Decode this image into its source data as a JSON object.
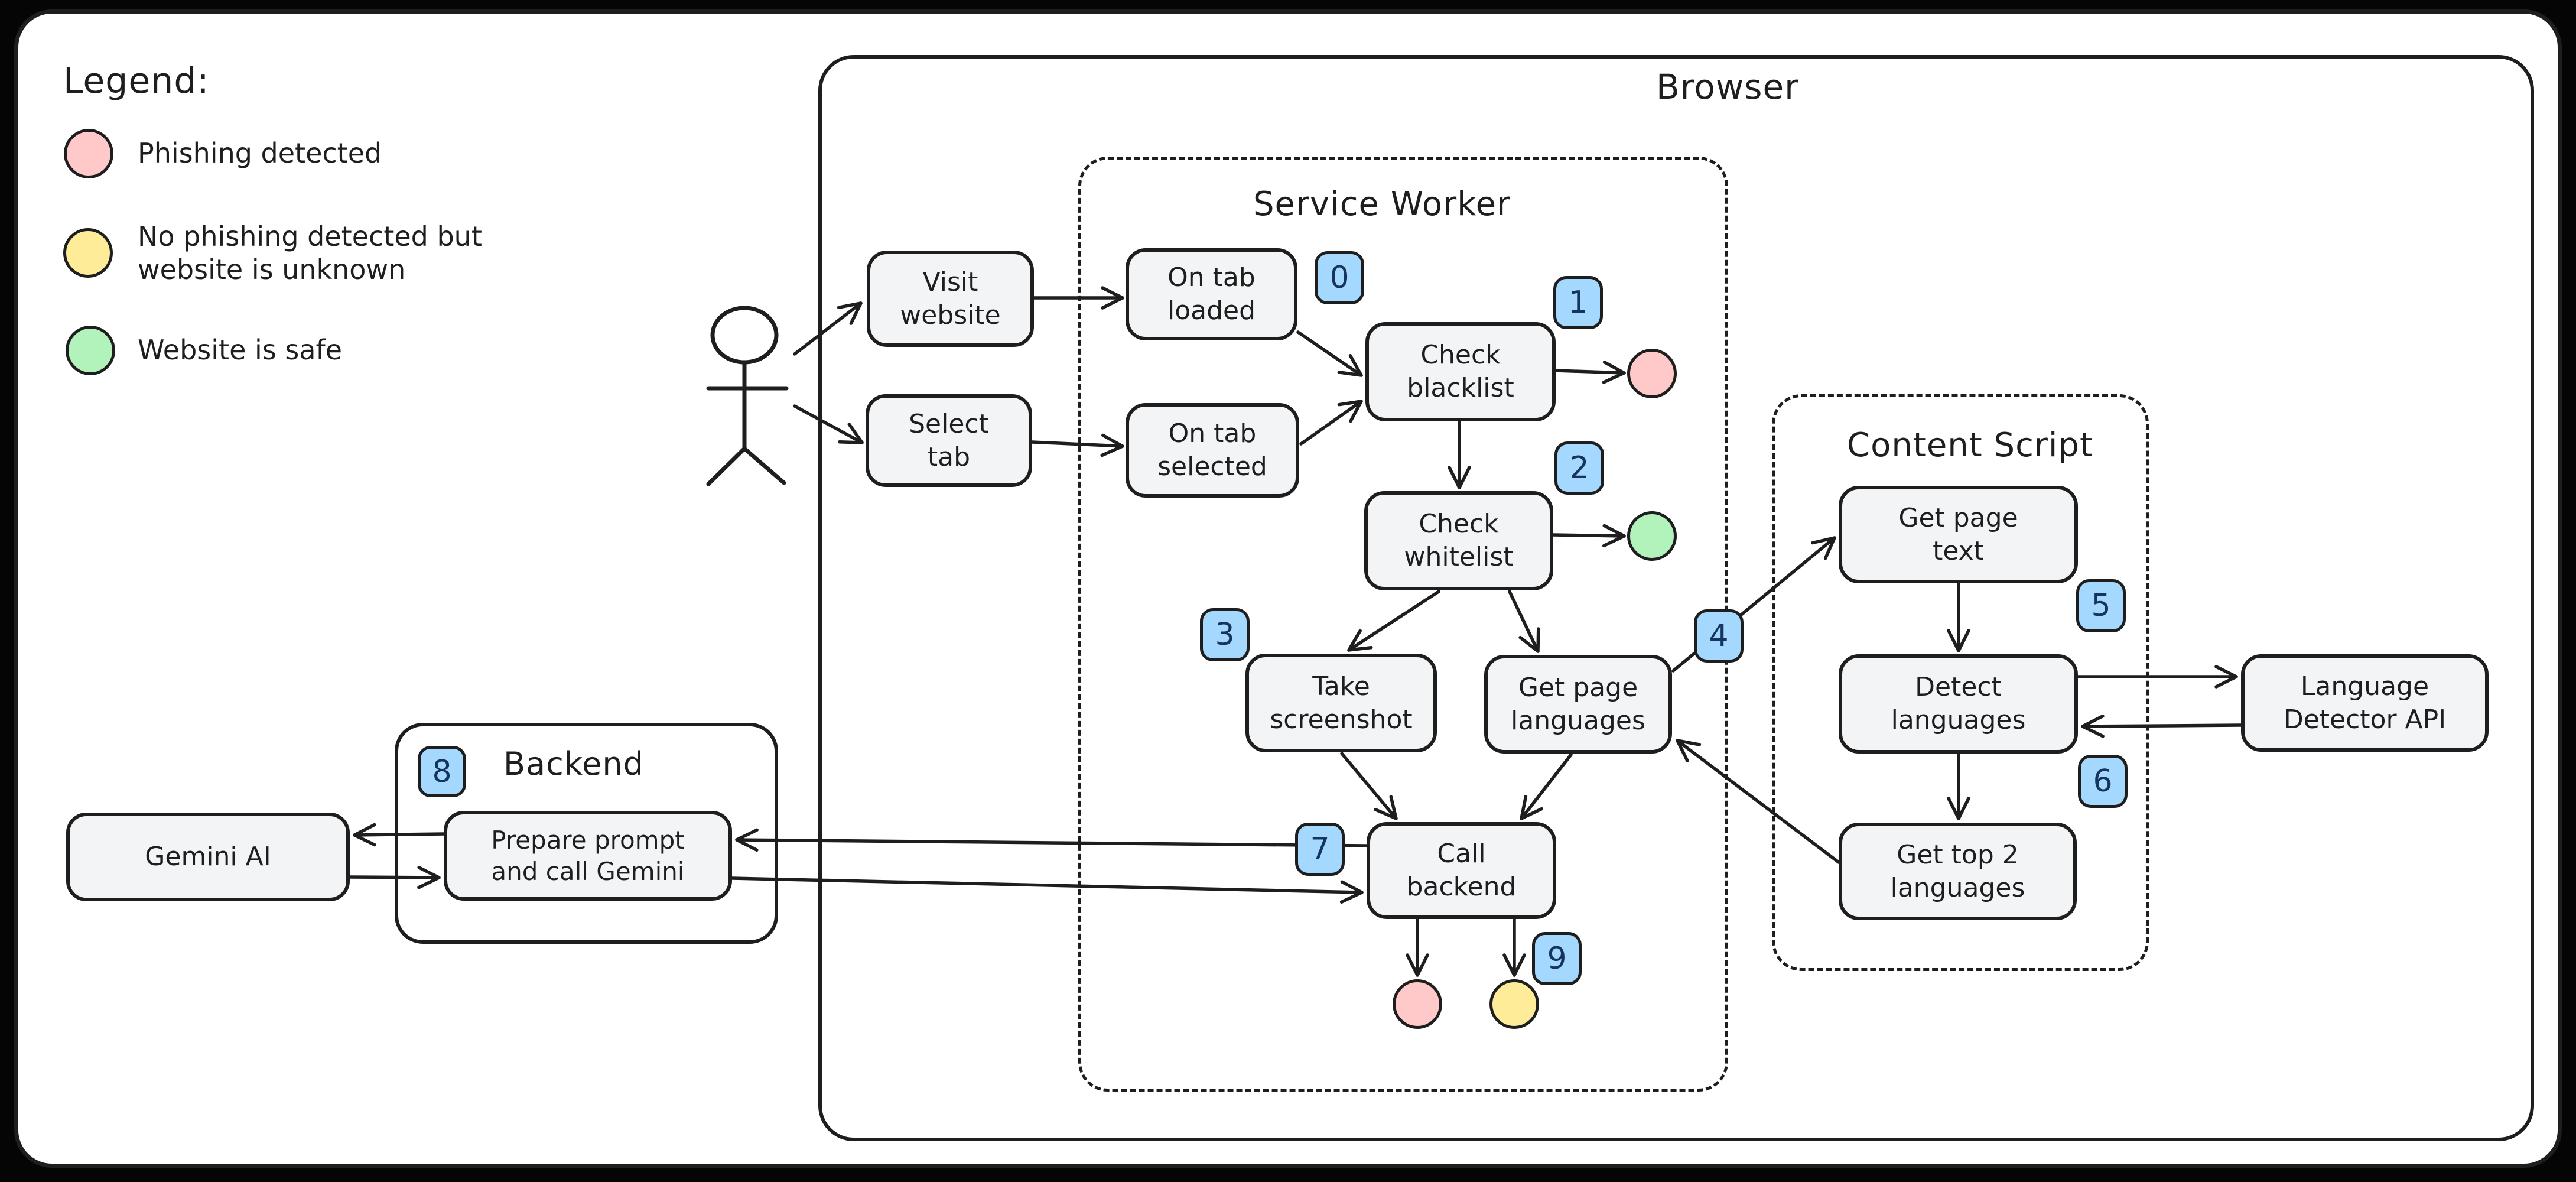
{
  "colors": {
    "stroke": "#1e1e1e",
    "node_fill": "#f3f4f6",
    "badge_blue": "#a5d8ff",
    "phishing_pink": "#ffc9c9",
    "unknown_yellow": "#ffec99",
    "safe_green": "#b2f2bb",
    "canvas": "#ffffff",
    "outside": "#050505"
  },
  "legend": {
    "title": "Legend:",
    "items": [
      {
        "label": "Phishing detected",
        "color": "#ffc9c9"
      },
      {
        "label": "No phishing detected but\nwebsite is unknown",
        "color": "#ffec99"
      },
      {
        "label": "Website is safe",
        "color": "#b2f2bb"
      }
    ]
  },
  "containers": {
    "browser": "Browser",
    "service_worker": "Service Worker",
    "content_script": "Content Script",
    "backend": "Backend"
  },
  "nodes": {
    "visit_website": "Visit\nwebsite",
    "select_tab": "Select\ntab",
    "on_tab_loaded": "On tab\nloaded",
    "on_tab_selected": "On tab\nselected",
    "check_blacklist": "Check\nblacklist",
    "check_whitelist": "Check\nwhitelist",
    "take_screenshot": "Take\nscreenshot",
    "get_page_languages": "Get page\nlanguages",
    "call_backend": "Call\nbackend",
    "get_page_text": "Get page\ntext",
    "detect_languages": "Detect\nlanguages",
    "get_top_2_languages": "Get top 2\nlanguages",
    "language_detector_api": "Language\nDetector API",
    "prepare_prompt": "Prepare prompt\nand call Gemini",
    "gemini_ai": "Gemini AI"
  },
  "step_badges": [
    "0",
    "1",
    "2",
    "3",
    "4",
    "5",
    "6",
    "7",
    "8",
    "9"
  ]
}
